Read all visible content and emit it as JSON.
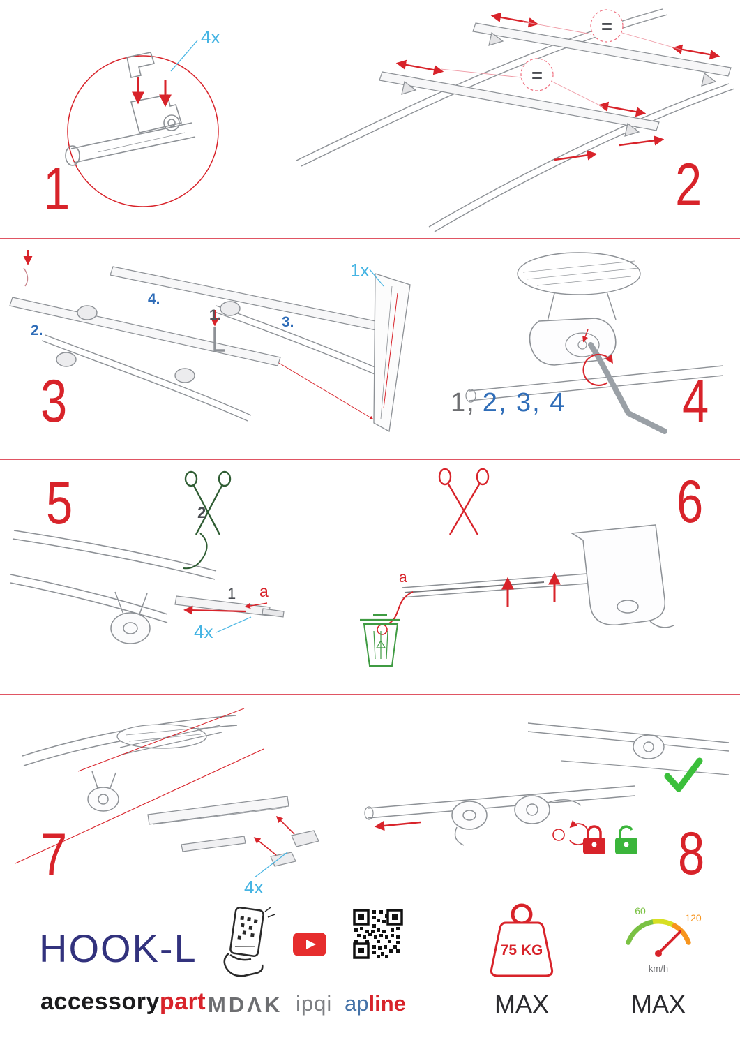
{
  "steps": {
    "s1": "1",
    "s2": "2",
    "s3": "3",
    "s4": "4",
    "s5": "5",
    "s6": "6",
    "s7": "7",
    "s8": "8"
  },
  "panel1": {
    "qty": "4x"
  },
  "panel2": {
    "eq1": "=",
    "eq2": "="
  },
  "panel3": {
    "sub1": "1.",
    "sub2": "2.",
    "sub3": "3.",
    "sub4": "4.",
    "qty": "1x"
  },
  "panel4": {
    "seq_first": "1,",
    "seq_rest": "2, 3, 4"
  },
  "panel5": {
    "lbl2": "2",
    "lbl1": "1",
    "lbl_a": "a",
    "qty": "4x"
  },
  "panel6": {
    "lbl_a": "a"
  },
  "panel7": {
    "qty": "4x"
  },
  "footer": {
    "product": "HOOK-L",
    "brand_black": "accessory",
    "brand_red": "part",
    "logo_mdak": "MDΛK",
    "logo_ipqi": "ipqi",
    "logo_ap": "ap",
    "logo_line": "line",
    "weight_value": "75 KG",
    "weight_max": "MAX",
    "speed_low": "60",
    "speed_high": "120",
    "speed_unit": "km/h",
    "speed_max": "MAX"
  },
  "colors": {
    "accent_red": "#d8232a",
    "label_blue": "#2f6db8",
    "qty_cyan": "#45b4e3",
    "ok_green": "#3bbf3b",
    "title_navy": "#32327d"
  }
}
